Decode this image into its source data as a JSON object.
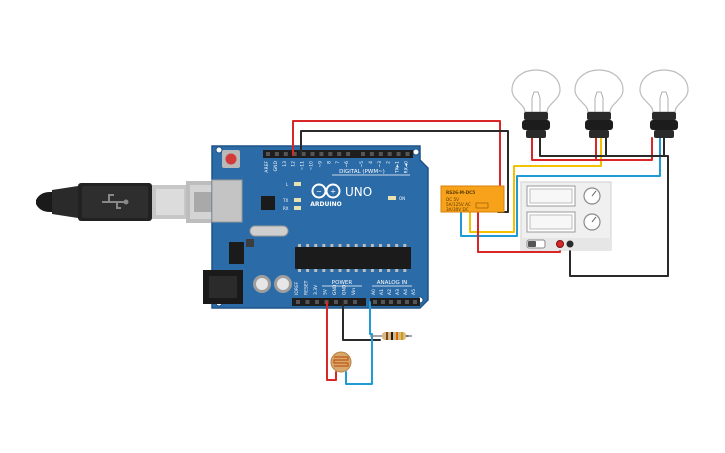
{
  "arduino": {
    "brand": "ARDUINO",
    "model": "UNO",
    "digital_header": "DIGITAL (PWM~)",
    "power_header": "POWER",
    "analog_header": "ANALOG IN",
    "on_label": "ON",
    "led_l": "L",
    "led_tx": "TX",
    "led_rx": "RX",
    "digital_pins": [
      "AREF",
      "GND",
      "13",
      "12",
      "~11",
      "~10",
      "~9",
      "8",
      "7",
      "~6",
      "~5",
      "4",
      "~3",
      "2",
      "TX►1",
      "RX◄0"
    ],
    "power_pins": [
      "IOREF",
      "RESET",
      "3.3V",
      "5V",
      "GND",
      "GND",
      "Vin"
    ],
    "analog_pins": [
      "A0",
      "A1",
      "A2",
      "A3",
      "A4",
      "A5"
    ]
  },
  "relay": {
    "model": "RS26-M-DC5",
    "line1": "DC 5V",
    "line2": "5A/125V AC",
    "line3": "3A/30V DC"
  },
  "colors": {
    "board": "#2b6ba8",
    "board_edge": "#1f5486",
    "wire_red": "#d92626",
    "wire_black": "#2a2a2a",
    "wire_blue": "#1e9bd7",
    "wire_yellow": "#f2c200",
    "relay_body": "#f7a21a"
  }
}
